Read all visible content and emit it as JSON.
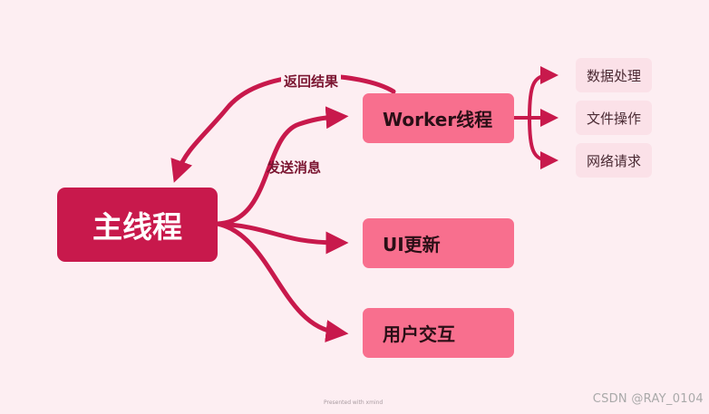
{
  "colors": {
    "background": "#fdeef2",
    "main_node": "#c8194c",
    "sub_node": "#f86f8e",
    "leaf_node": "#fbe1e8",
    "connector": "#c8194c"
  },
  "diagram": {
    "main_topic": "主线程",
    "subtopics": [
      {
        "label": "Worker线程",
        "leaves": [
          "数据处理",
          "文件操作",
          "网络请求"
        ]
      },
      {
        "label": "UI更新"
      },
      {
        "label": "用户交互"
      }
    ],
    "relationships": {
      "return_label": "返回结果",
      "send_label": "发送消息"
    }
  },
  "footer": {
    "presented_with": "Presented with xmind",
    "watermark": "CSDN @RAY_0104"
  }
}
